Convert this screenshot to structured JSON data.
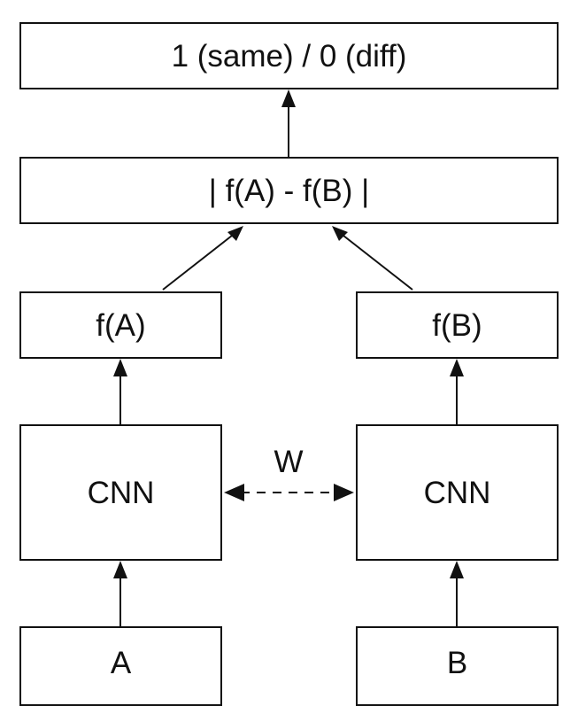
{
  "nodes": {
    "output": "1 (same) / 0 (diff)",
    "difference": "| f(A) - f(B) |",
    "embedding_a": "f(A)",
    "embedding_b": "f(B)",
    "cnn_a": "CNN",
    "cnn_b": "CNN",
    "input_a": "A",
    "input_b": "B"
  },
  "shared_weights_label": "W",
  "colors": {
    "stroke": "#111111",
    "background": "#ffffff"
  }
}
